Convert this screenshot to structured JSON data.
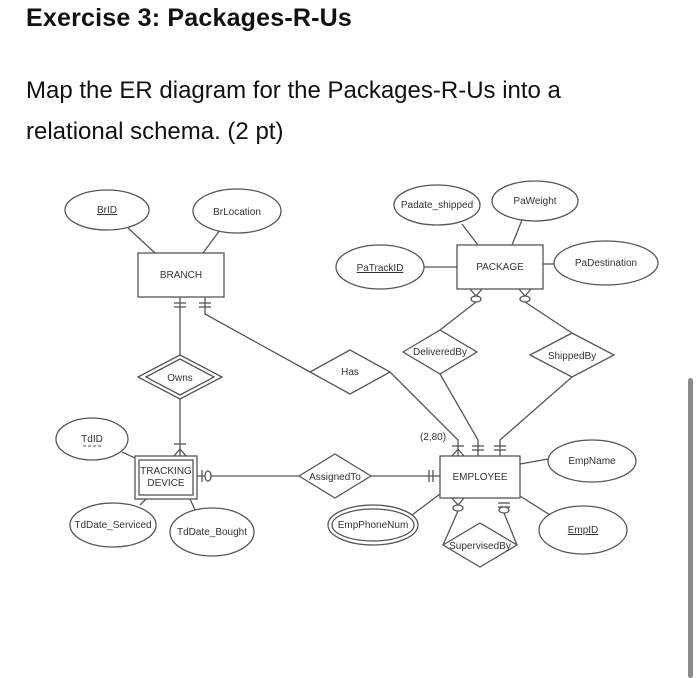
{
  "document": {
    "title": "Exercise 3: Packages-R-Us",
    "prompt": "Map the ER diagram for the Packages-R-Us into a relational schema. (2 pt)"
  },
  "diagram": {
    "entities": {
      "branch": "BRANCH",
      "package": "PACKAGE",
      "tracking_device_line1": "TRACKING",
      "tracking_device_line2": "DEVICE",
      "employee": "EMPLOYEE"
    },
    "relationships": {
      "owns": "Owns",
      "has": "Has",
      "delivered_by": "DeliveredBy",
      "shipped_by": "ShippedBy",
      "assigned_to": "AssignedTo",
      "supervised_by": "SupervisedBy"
    },
    "attributes": {
      "brid": "BrID",
      "brlocation": "BrLocation",
      "padate_shipped": "Padate_shipped",
      "paweight": "PaWeight",
      "patrackid": "PaTrackID",
      "padestination": "PaDestination",
      "tdid": "TdID",
      "tddate_serviced": "TdDate_Serviced",
      "tddate_bought": "TdDate_Bought",
      "empphonenum": "EmpPhoneNum",
      "empname": "EmpName",
      "empid": "EmpID"
    },
    "cardinality_label": "(2,80)"
  }
}
